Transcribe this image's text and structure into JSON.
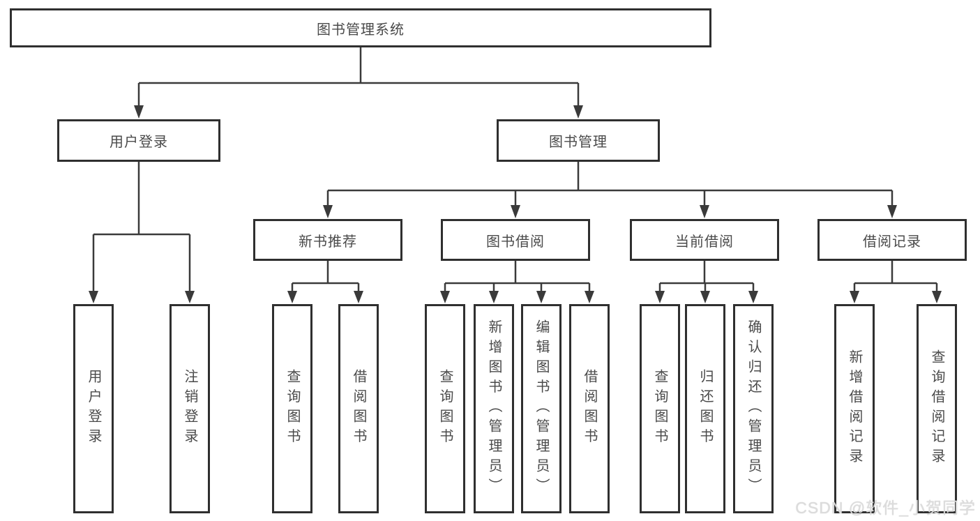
{
  "tree": {
    "root": {
      "label": "图书管理系统"
    },
    "branches": [
      {
        "label": "用户登录",
        "children": [
          {
            "label": "用户登录"
          },
          {
            "label": "注销登录"
          }
        ]
      },
      {
        "label": "图书管理",
        "children": [
          {
            "label": "新书推荐",
            "children": [
              {
                "label": "查询图书"
              },
              {
                "label": "借阅图书"
              }
            ]
          },
          {
            "label": "图书借阅",
            "children": [
              {
                "label": "查询图书"
              },
              {
                "label": "新增图书（管理员）"
              },
              {
                "label": "编辑图书（管理员）"
              },
              {
                "label": "借阅图书"
              }
            ]
          },
          {
            "label": "当前借阅",
            "children": [
              {
                "label": "查询图书"
              },
              {
                "label": "归还图书"
              },
              {
                "label": "确认归还（管理员）"
              }
            ]
          },
          {
            "label": "借阅记录",
            "children": [
              {
                "label": "新增借阅记录"
              },
              {
                "label": "查询借阅记录"
              }
            ]
          }
        ]
      }
    ]
  },
  "watermark": {
    "text": "CSDN @软件_小贺同学"
  },
  "colors": {
    "background": "#ffffff",
    "box_border": "#2f2f2f",
    "text": "#4a4a4a",
    "connector_line": "#3a3a3a",
    "watermark": "#dcdcdc"
  }
}
